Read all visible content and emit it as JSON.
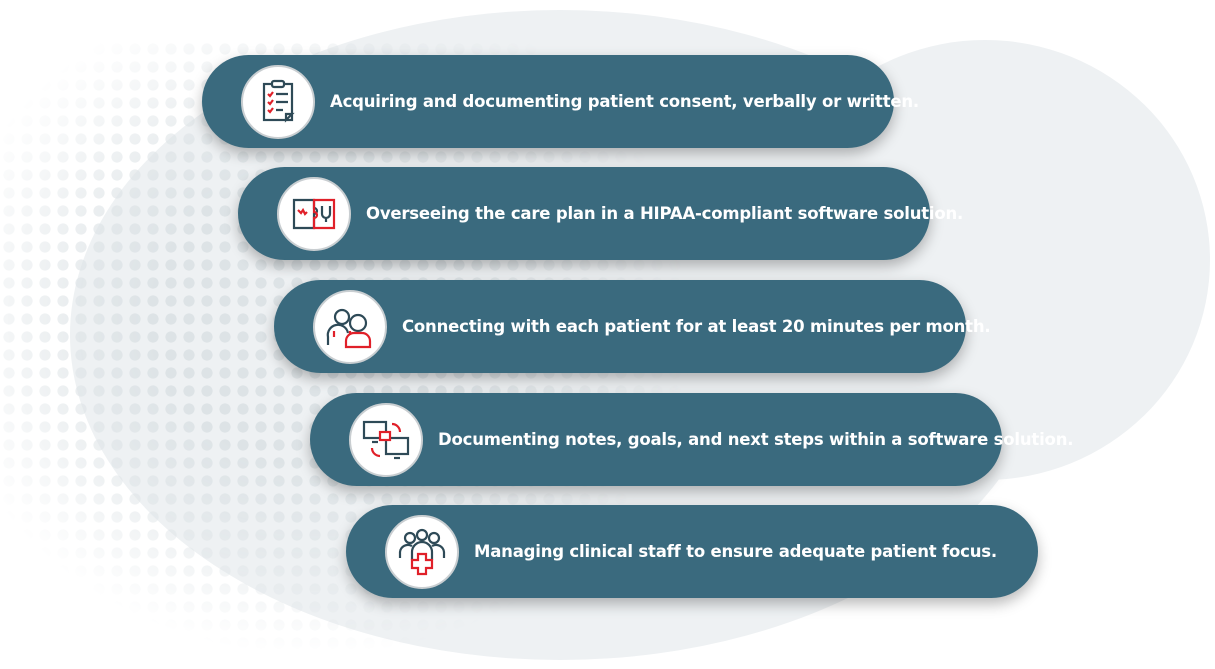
{
  "colors": {
    "pill": "#3a6a7e",
    "icon_dark": "#2e4a57",
    "icon_red": "#e02029"
  },
  "items": [
    {
      "icon": "clipboard-checklist-icon",
      "text": "Acquiring and documenting patient consent, verbally or written."
    },
    {
      "icon": "puzzle-health-icon",
      "text": "Overseeing the care plan in a HIPAA-compliant software solution."
    },
    {
      "icon": "doctor-patient-icon",
      "text": "Connecting with each patient for at least 20 minutes per month."
    },
    {
      "icon": "computer-sync-icon",
      "text": "Documenting notes, goals, and next steps within a software solution."
    },
    {
      "icon": "staff-medical-icon",
      "text": "Managing clinical staff to ensure adequate patient focus."
    }
  ]
}
